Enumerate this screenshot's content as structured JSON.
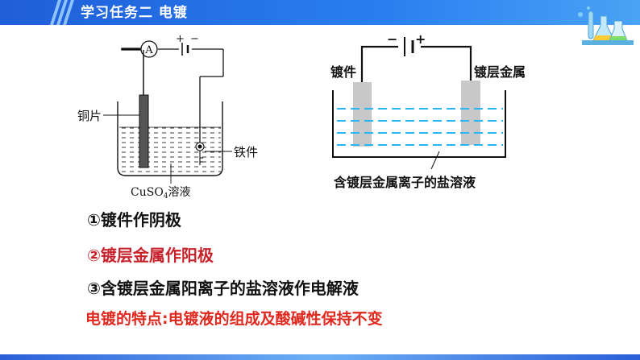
{
  "header": {
    "title": "学习任务二  电镀"
  },
  "left_cell": {
    "ammeter_symbol": "A",
    "battery_plus": "+",
    "battery_minus": "−",
    "copper_label": "铜片",
    "iron_label": "铁件",
    "solution_label": "CuSO",
    "solution_subscript": "4",
    "solution_suffix": "溶液"
  },
  "right_cell": {
    "battery_minus": "−",
    "battery_plus": "+",
    "left_electrode_label": "镀件",
    "right_electrode_label": "镀层金属",
    "solution_label": "含镀层金属离子的盐溶液"
  },
  "points": [
    "①镀件作阴极",
    "②镀层金属作阳极",
    "③含镀层金属阳离子的盐溶液作电解液"
  ],
  "feature": "电镀的特点:电镀液的组成及酸碱性保持不变",
  "colors": {
    "header": "#2a7ef0",
    "highlight": "#c7222b",
    "feature": "#e0281e",
    "electrode": "#c8c8c8",
    "solution_lines": "#29b6f6"
  }
}
